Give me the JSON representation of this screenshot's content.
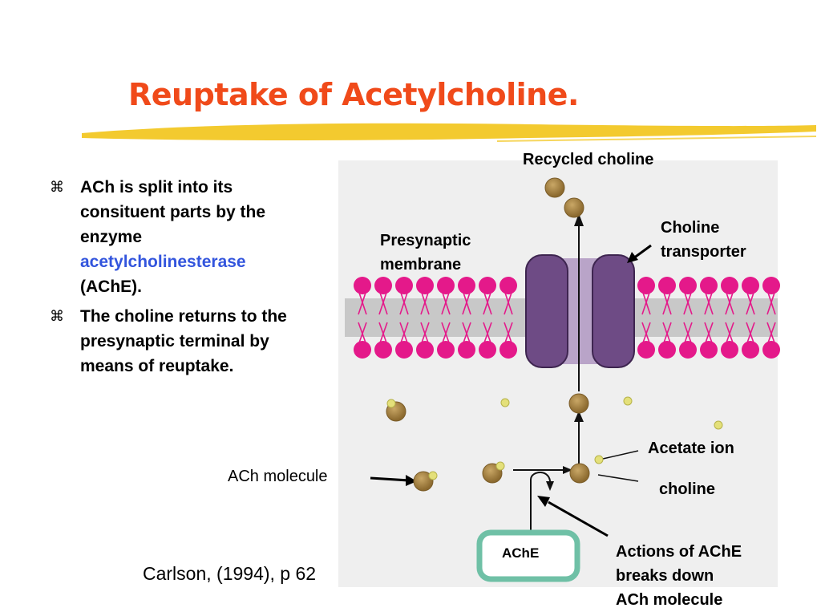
{
  "slide": {
    "title": "Reuptake of Acetylcholine.",
    "colors": {
      "title": "#f04a1a",
      "underline": "#f2c418",
      "highlight": "#3355dd",
      "membrane": "#e4198a",
      "transporter": "#6e4b85",
      "molecule": "#a98443",
      "ion": "#e4e07a",
      "ache_border": "#6fc0a6"
    }
  },
  "bullets": [
    {
      "icon": "⌘",
      "icon_name": "z-bullet-icon",
      "pre": "ACh is split into its consituent parts by the enzyme",
      "term": "acetylcholinesterase",
      "post": "(AChE)."
    },
    {
      "icon": "⌘",
      "icon_name": "z-bullet-icon",
      "pre": "The choline returns to the presynaptic terminal by means of reuptake.",
      "term": "",
      "post": ""
    }
  ],
  "citation": "Carlson, (1994), p 62",
  "diagram": {
    "labels": {
      "recycled_choline": "Recycled choline",
      "choline_transporter_1": "Choline",
      "choline_transporter_2": "transporter",
      "presynaptic_1": "Presynaptic",
      "presynaptic_2": "membrane",
      "acetate_ion": "Acetate ion",
      "choline": "choline",
      "ach_molecule": "ACh molecule",
      "ache_box": "AChE",
      "actions_1": "Actions of AChE",
      "actions_2": "breaks down",
      "actions_3": "ACh molecule"
    }
  }
}
